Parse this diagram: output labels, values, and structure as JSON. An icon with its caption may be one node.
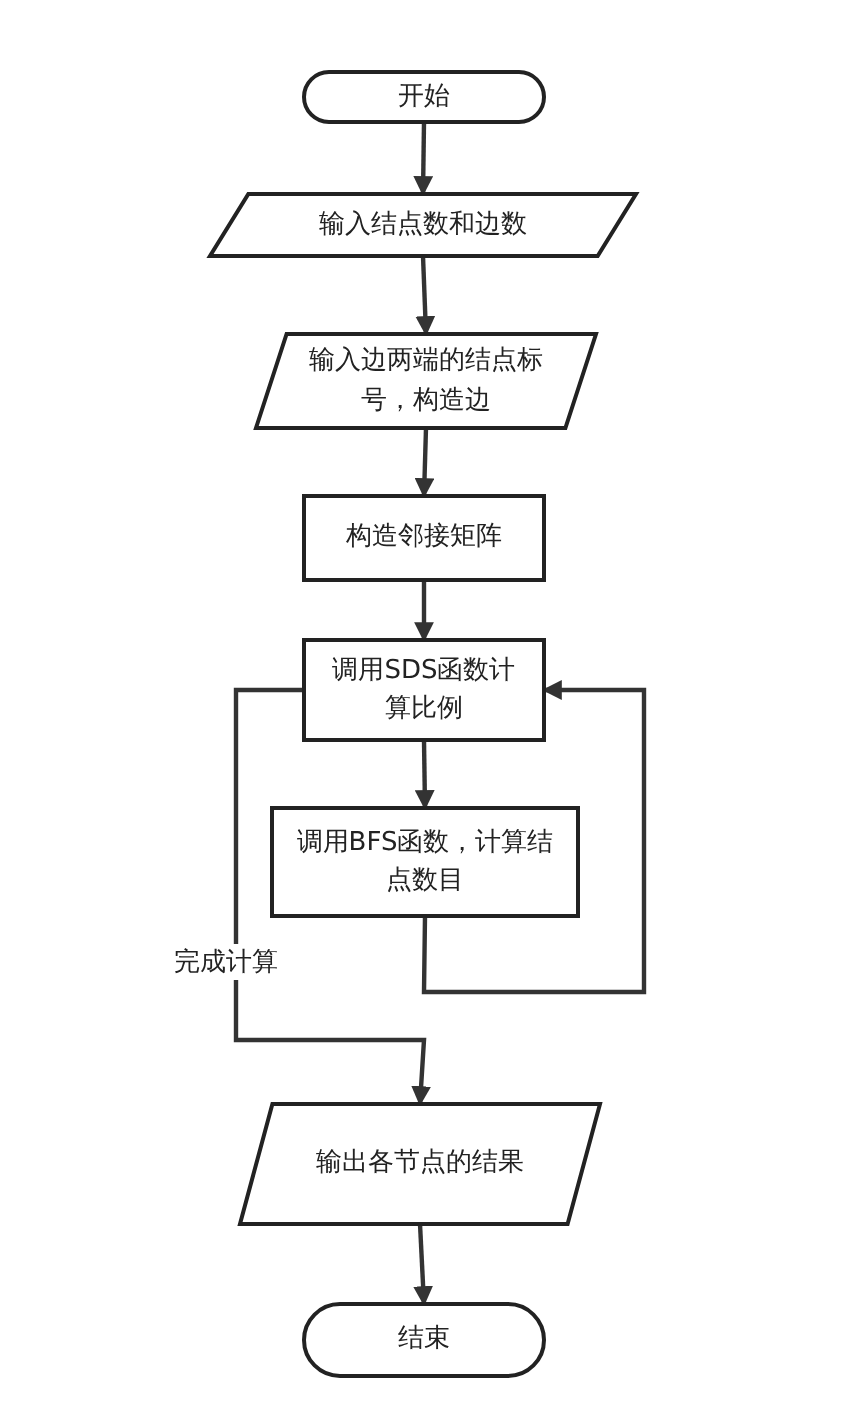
{
  "diagram": {
    "nodes": [
      {
        "text": [
          "开始"
        ]
      },
      {
        "text": [
          "输入结点数和边数"
        ]
      },
      {
        "text": [
          "输入边两端的结点标号，构造边"
        ]
      },
      {
        "text": [
          "构造邻接矩阵"
        ]
      },
      {
        "text": [
          "调用SDS函数计算比例"
        ]
      },
      {
        "text": [
          "调用BFS函数，计算结点数目"
        ]
      },
      {
        "text": [
          "输出各节点的结果"
        ]
      },
      {
        "text": [
          "结束"
        ]
      }
    ],
    "edges": [
      {
        "from": 0,
        "to": 1,
        "arrow": "to"
      },
      {
        "from": 1,
        "to": 2,
        "arrow": "to"
      },
      {
        "from": 2,
        "to": 3,
        "arrow": "to"
      },
      {
        "from": 3,
        "to": 4,
        "arrow": "to"
      },
      {
        "from": 4,
        "to": 5,
        "arrow": "to"
      },
      {
        "from": 4,
        "to": 6,
        "arrow": "to",
        "label": "完成计算"
      },
      {
        "from": 5,
        "to": 4,
        "arrow": "to"
      },
      {
        "from": 6,
        "to": 7,
        "arrow": "to"
      }
    ]
  }
}
